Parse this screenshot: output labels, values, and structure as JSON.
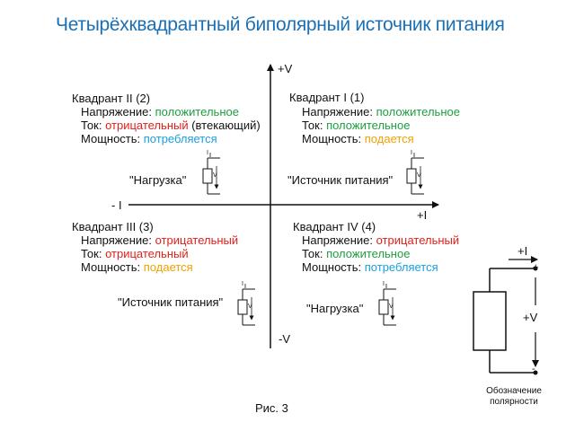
{
  "title": "Четырёхквадрантный биполярный источник питания",
  "axes": {
    "plus_v": "+V",
    "minus_v": "-V",
    "plus_i": "+I",
    "minus_i": "- I"
  },
  "quadrants": {
    "q1": {
      "heading": "Квадрант I (1)",
      "voltage_label": "Напряжение: ",
      "voltage_value": "положительное",
      "current_label": "Ток: ",
      "current_value": "положительное",
      "power_label": "Мощность: ",
      "power_value": "подается",
      "role": "\"Источник питания\""
    },
    "q2": {
      "heading": "Квадрант II (2)",
      "voltage_label": "Напряжение: ",
      "voltage_value": "положительное",
      "current_label": "Ток: ",
      "current_value": "отрицательный",
      "current_extra": " (втекающий)",
      "power_label": "Мощность: ",
      "power_value": "потребляется",
      "role": "\"Нагрузка\""
    },
    "q3": {
      "heading": "Квадрант III (3)",
      "voltage_label": "Напряжение: ",
      "voltage_value": "отрицательный",
      "current_label": "Ток: ",
      "current_value": "отрицательный",
      "power_label": "Мощность: ",
      "power_value": "подается",
      "role": "\"Источник питания\""
    },
    "q4": {
      "heading": "Квадрант IV (4)",
      "voltage_label": "Напряжение: ",
      "voltage_value": "отрицательный",
      "current_label": "Ток: ",
      "current_value": "положительное",
      "power_label": "Мощность: ",
      "power_value": "потребляется",
      "role": "\"Нагрузка\""
    }
  },
  "mini": {
    "i": "I",
    "v": "V"
  },
  "polarity": {
    "current": "+I",
    "plus": "+",
    "minus": "-",
    "voltage": "+V",
    "caption_line1": "Обозначение",
    "caption_line2": "полярности"
  },
  "figure_caption": "Рис. 3",
  "colors": {
    "title": "#1a6fb5",
    "positive": "#1e9e3e",
    "negative": "#e0201b",
    "supplied": "#f2a100",
    "consumed": "#1aa0e0"
  }
}
